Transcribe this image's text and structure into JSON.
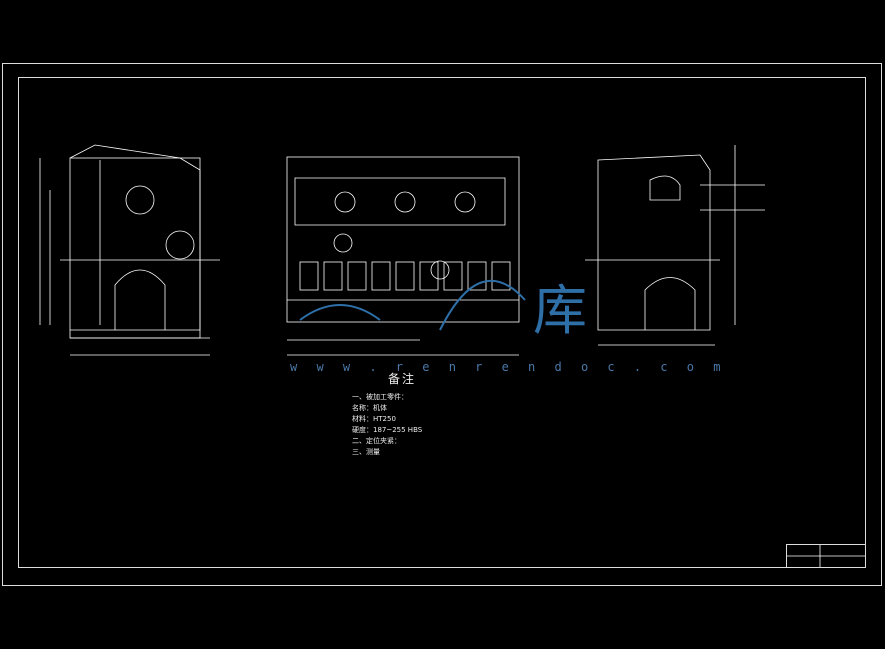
{
  "notes": {
    "title": "备注",
    "lines": [
      "一、被加工零件：",
      "名称：机体",
      "材料：HT250",
      "硬度：187~255 HBS",
      "二、定位夹紧：",
      "三、测量"
    ]
  },
  "watermark": {
    "url": "w w w . r e n r e n d o c . c o m",
    "char": "库"
  },
  "colors": {
    "background": "#000000",
    "lines": "#ffffff",
    "watermark": "#2f6fa8"
  }
}
